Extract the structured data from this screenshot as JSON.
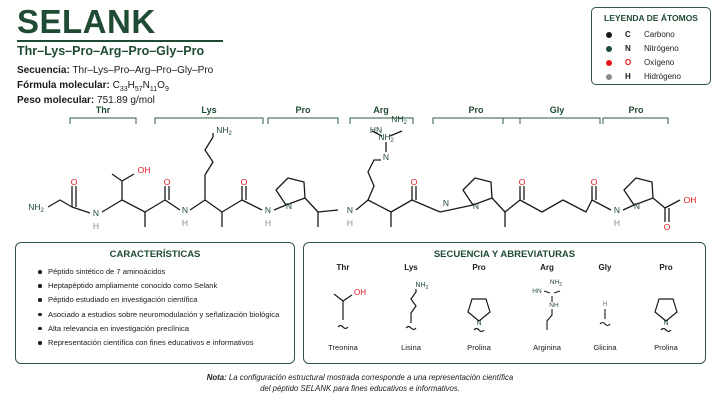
{
  "header": {
    "title": "SELANK",
    "subtitle": "Thr–Lys–Pro–Arg–Pro–Gly–Pro",
    "sequence_label": "Secuencia:",
    "sequence_value": "Thr–Lys–Pro–Arg–Pro–Gly–Pro",
    "formula_label": "Fórmula molecular:",
    "formula_c": "C",
    "formula_c_n": "33",
    "formula_h": "H",
    "formula_h_n": "57",
    "formula_n": "N",
    "formula_n_n": "11",
    "formula_o": "O",
    "formula_o_n": "9",
    "weight_label": "Peso molecular:",
    "weight_value": "751.89 g/mol"
  },
  "legend": {
    "title": "LEYENDA DE ÁTOMOS",
    "items": [
      {
        "symbol": "C",
        "name": "Carbono",
        "color": "#1a1a1a"
      },
      {
        "symbol": "N",
        "name": "Nitrógeno",
        "color": "#1f4a33"
      },
      {
        "symbol": "O",
        "name": "Oxígeno",
        "color": "#e0141b"
      },
      {
        "symbol": "H",
        "name": "Hidrógeno",
        "color": "#8a8a8a"
      }
    ]
  },
  "molecule": {
    "residues": [
      "Thr",
      "Lys",
      "Pro",
      "Arg",
      "Pro",
      "Gly",
      "Pro"
    ],
    "atoms": {
      "nh2": "NH",
      "nh2_sub": "2",
      "oh": "OH",
      "o": "O",
      "n": "N",
      "h": "H",
      "hn": "HN",
      "nh": "NH"
    }
  },
  "characteristics": {
    "title": "CARACTERÍSTICAS",
    "items": [
      "Péptido sintético de 7 aminoácidos",
      "Heptapéptido ampliamente conocido como Selank",
      "Péptido estudiado en investigación científica",
      "Asociado a estudios sobre neuromodulación y señalización biológica",
      "Alta relevancia en investigación preclínica",
      "Representación científica con fines educativos e informativos"
    ]
  },
  "sequence_panel": {
    "title": "SECUENCIA Y ABREVIATURAS",
    "items": [
      {
        "abbr": "Thr",
        "name": "Treonina"
      },
      {
        "abbr": "Lys",
        "name": "Lisina"
      },
      {
        "abbr": "Pro",
        "name": "Prolina"
      },
      {
        "abbr": "Arg",
        "name": "Arginina"
      },
      {
        "abbr": "Gly",
        "name": "Glicina"
      },
      {
        "abbr": "Pro",
        "name": "Prolina"
      }
    ]
  },
  "note": {
    "label": "Nota:",
    "line1": "La configuración estructural mostrada corresponde a una representación científica",
    "line2": "del péptido SELANK para fines educativos e informativos."
  },
  "colors": {
    "brand": "#1f4a33",
    "carbon": "#1a1a1a",
    "nitrogen": "#1f4a33",
    "oxygen": "#e0141b",
    "hydrogen": "#8a8a8a"
  }
}
